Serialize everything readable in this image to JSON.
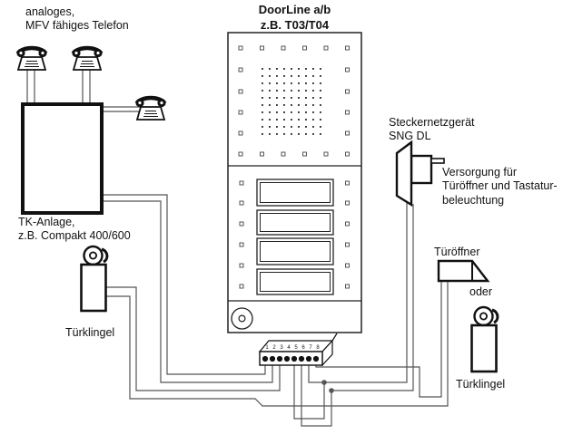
{
  "diagram": {
    "phone_label": {
      "line1": "analoges,",
      "line2": "MFV fähiges Telefon"
    },
    "doorline_title": {
      "line1": "DoorLine a/b",
      "line2": "z.B. T03/T04"
    },
    "tk_label": {
      "line1": "TK-Anlage,",
      "line2": "z.B. Compakt 400/600"
    },
    "psu_label": {
      "line1": "Steckernetzgerät",
      "line2": "SNG DL"
    },
    "psu_note": {
      "line1": "Versorgung für",
      "line2": "Türöffner und Tastatur-",
      "line3": "beleuchtung"
    },
    "door_opener_label": "Türöffner",
    "or_label": "oder",
    "doorbell_left_label": "Türklingel",
    "doorbell_right_label": "Türklingel",
    "terminal_numbers": [
      "1",
      "2",
      "3",
      "4",
      "5",
      "6",
      "7",
      "8"
    ],
    "colors": {
      "wire": "#555555",
      "outline": "#111111",
      "panel": "#222222",
      "terminal_dot": "#111111"
    }
  }
}
